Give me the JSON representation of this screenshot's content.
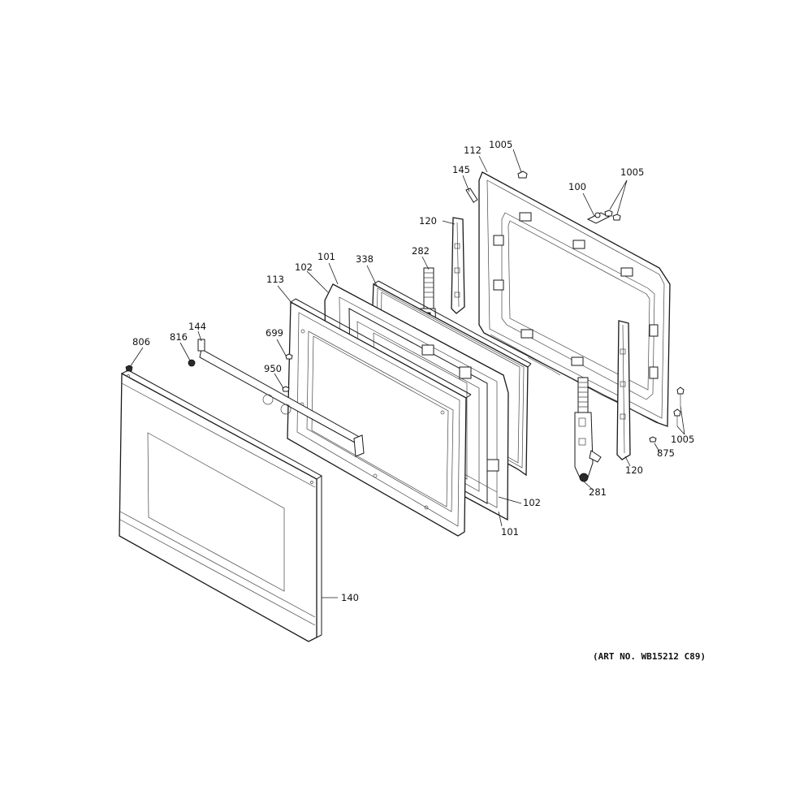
{
  "labels": {
    "l_1005_top": "1005",
    "l_112": "112",
    "l_145": "145",
    "l_100": "100",
    "l_1005_right": "1005",
    "l_120_top": "120",
    "l_282": "282",
    "l_101_top": "101",
    "l_338": "338",
    "l_102_top": "102",
    "l_113": "113",
    "l_144": "144",
    "l_699": "699",
    "l_806": "806",
    "l_816": "816",
    "l_950": "950",
    "l_1005_bottom": "1005",
    "l_875": "875",
    "l_120_bottom": "120",
    "l_281": "281",
    "l_102_bottom": "102",
    "l_101_bottom": "101",
    "l_140": "140"
  },
  "art_number": "(ART NO. WB15212 C89)"
}
